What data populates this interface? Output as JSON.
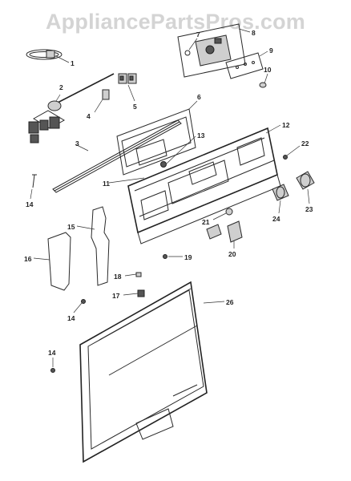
{
  "watermark": "AppliancePartsPros.com",
  "callouts": {
    "c1": "1",
    "c2": "2",
    "c3": "3",
    "c4": "4",
    "c5": "5",
    "c6": "6",
    "c7": "7",
    "c8": "8",
    "c9": "9",
    "c10": "10",
    "c11": "11",
    "c12": "12",
    "c13": "13",
    "c14a": "14",
    "c14b": "14",
    "c14c": "14",
    "c15": "15",
    "c16": "16",
    "c17": "17",
    "c18": "18",
    "c19": "19",
    "c20": "20",
    "c21": "21",
    "c22": "22",
    "c23": "23",
    "c24": "24",
    "c26": "26"
  }
}
